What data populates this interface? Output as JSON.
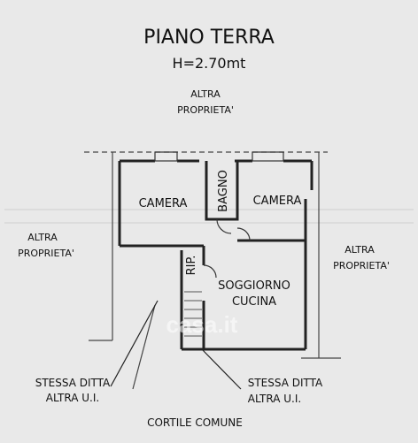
{
  "title": "PIANO TERRA",
  "height_label": "H=2.70mt",
  "neighbors": {
    "top_line1": "ALTRA",
    "top_line2": "PROPRIETA'",
    "left_line1": "ALTRA",
    "left_line2": "PROPRIETA'",
    "right_line1": "ALTRA",
    "right_line2": "PROPRIETA'"
  },
  "rooms": {
    "camera_left": "CAMERA",
    "bagno": "BAGNO",
    "camera_right": "CAMERA",
    "rip": "RIP.",
    "soggiorno_line1": "SOGGIORNO",
    "soggiorno_line2": "CUCINA"
  },
  "bottom_notes": {
    "left_line1": "STESSA DITTA",
    "left_line2": "ALTRA U.I.",
    "right_line1": "STESSA DITTA",
    "right_line2": "ALTRA U.I.",
    "courtyard": "CORTILE COMUNE"
  },
  "watermark": "casa.it"
}
